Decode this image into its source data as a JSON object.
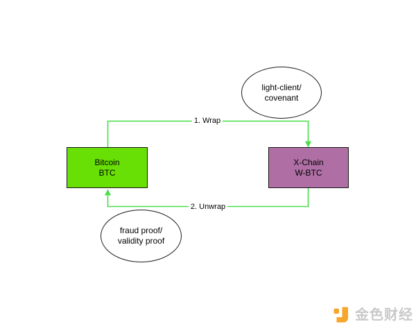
{
  "diagram": {
    "nodes": {
      "bitcoin": {
        "line1": "Bitcoin",
        "line2": "BTC",
        "fill": "#68e005"
      },
      "xchain": {
        "line1": "X-Chain",
        "line2": "W-BTC",
        "fill": "#af6fa5"
      },
      "light_client": {
        "line1": "light-client/",
        "line2": "covenant"
      },
      "fraud_proof": {
        "line1": "fraud proof/",
        "line2": "validity proof"
      }
    },
    "edges": {
      "wrap": {
        "label": "1. Wrap"
      },
      "unwrap": {
        "label": "2. Unwrap"
      }
    },
    "colors": {
      "connector": "#47df47",
      "box_border": "#141414",
      "background": "#ffffff"
    }
  },
  "watermark": {
    "text": "金色财经",
    "logo_color": "#f5a62b",
    "text_color": "#c9c9c9"
  }
}
